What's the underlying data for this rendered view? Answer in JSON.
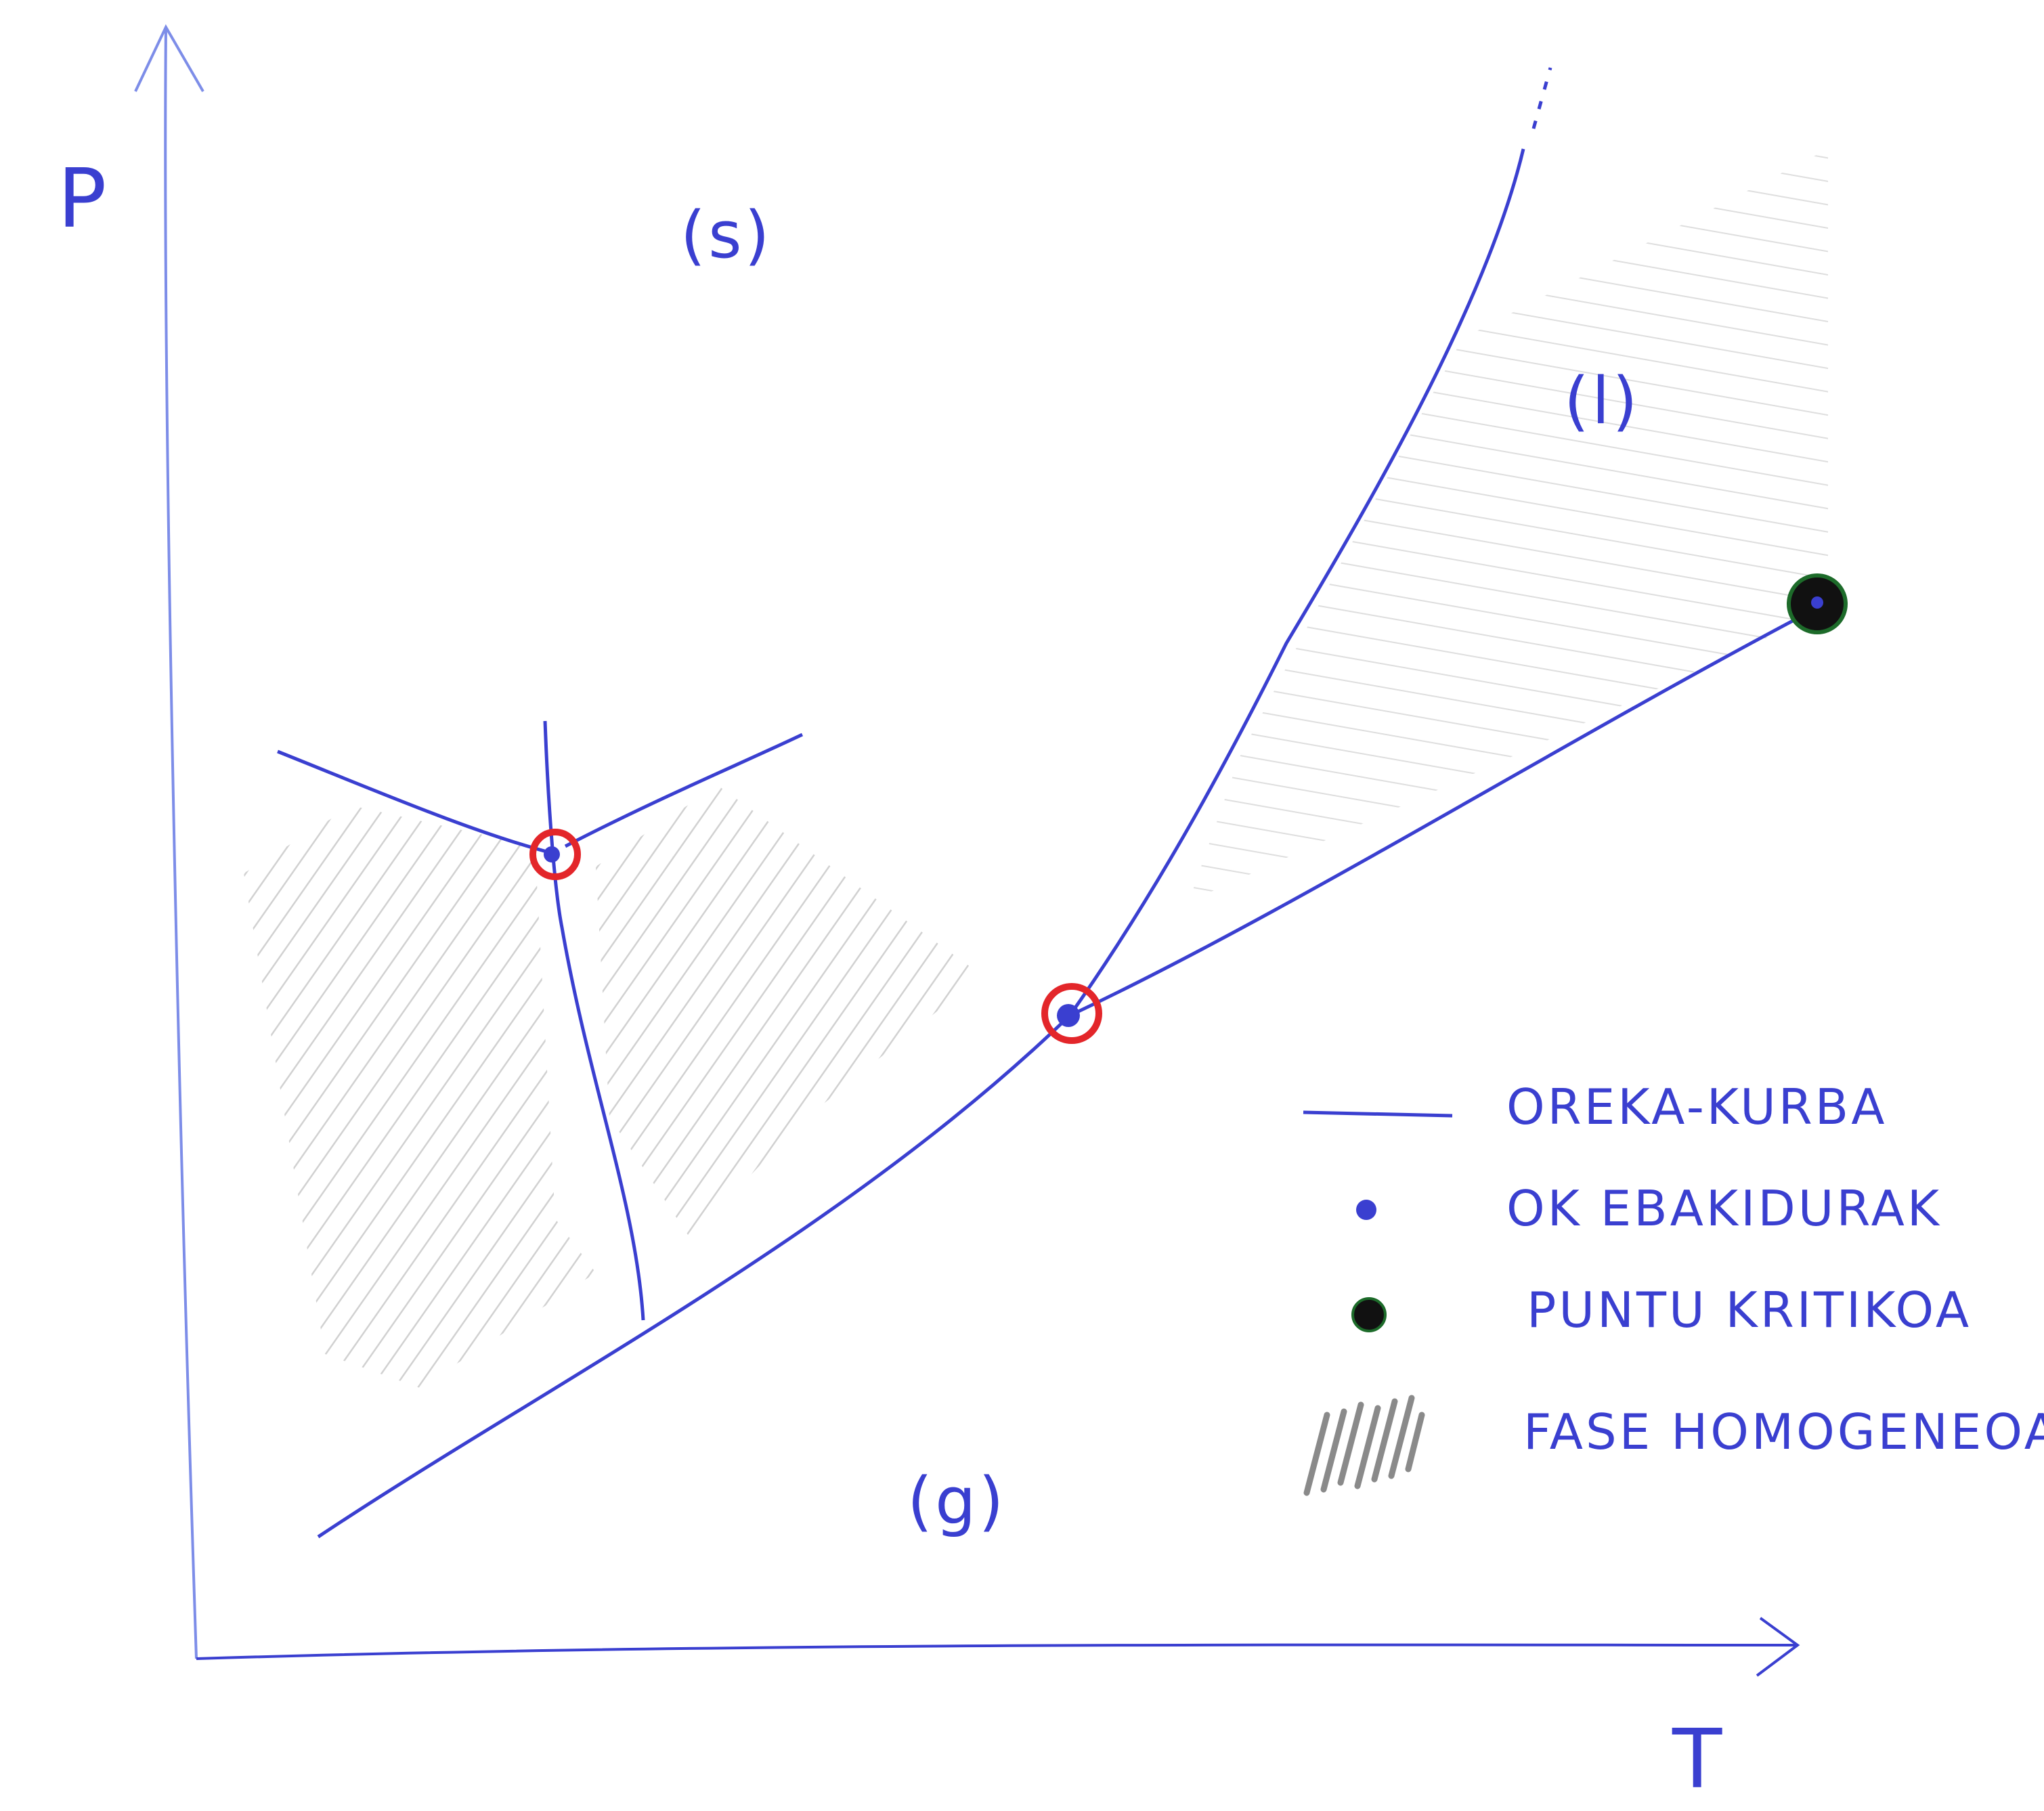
{
  "axes": {
    "y_label": "P",
    "x_label": "T"
  },
  "phases": {
    "solid": "(s)",
    "liquid": "(l)",
    "gas": "(g)"
  },
  "legend": {
    "curve_label": "OREKA-KURBA",
    "intersection_label": "OK EBAKIDURAK",
    "critical_label": "PUNTU KRITIKOA",
    "homogeneous_label": "FASE HOMOGENEOA"
  },
  "colors": {
    "ink_blue": "#3a3fd0",
    "axis_blue": "#7d8de8",
    "triple_ring_red": "#e3262a",
    "critical_black": "#111111",
    "critical_outline_green": "#1d6b2a",
    "hatch_gray": "#c9c9c9"
  }
}
